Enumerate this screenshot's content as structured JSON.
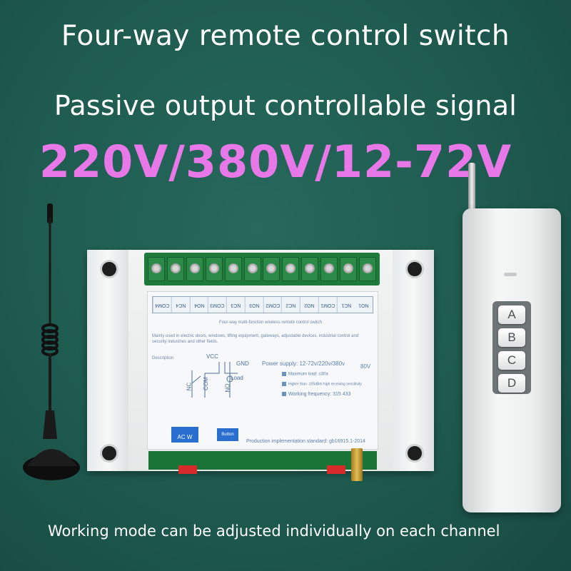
{
  "headline": "Four-way remote control switch",
  "subheadline": "Passive output controllable signal",
  "voltages": "220V/380V/12-72V",
  "caption": "Working mode can be adjusted individually on each channel",
  "colors": {
    "background": "#1d5a4f",
    "voltage_text": "#e878e8",
    "headline_text": "#ffffff"
  },
  "module": {
    "pins": [
      "COM4",
      "NC4",
      "NO4",
      "COM3",
      "NC3",
      "NO3",
      "COM2",
      "NC2",
      "NO2",
      "COM1",
      "NC1",
      "NO1"
    ],
    "product_line": "Four-way multi-function wireless remote control switch",
    "usage": "Mainly used in electric doors, windows, lifting equipment, gateways, adjustable devices, industrial control and security industries and other fields.",
    "description_label": "Description",
    "vcc": "VCC",
    "gnd": "GND",
    "com": "COM",
    "nc": "NC",
    "no": "NO",
    "load": "Load",
    "power_supply": "Power supply: 12-72v/220v/380v",
    "volt_badge": "80V",
    "max_load": "Maximum load: ≤30a",
    "sensitivity": "Higher than -105dBm high receiving sensitivity",
    "frequency": "Working frequency: 315 433",
    "dip_label": "AC W",
    "button_label": "Button",
    "standard": "Production implementation standard: gb16915.1-2014"
  },
  "remote": {
    "keys": [
      "A",
      "B",
      "C",
      "D"
    ]
  }
}
